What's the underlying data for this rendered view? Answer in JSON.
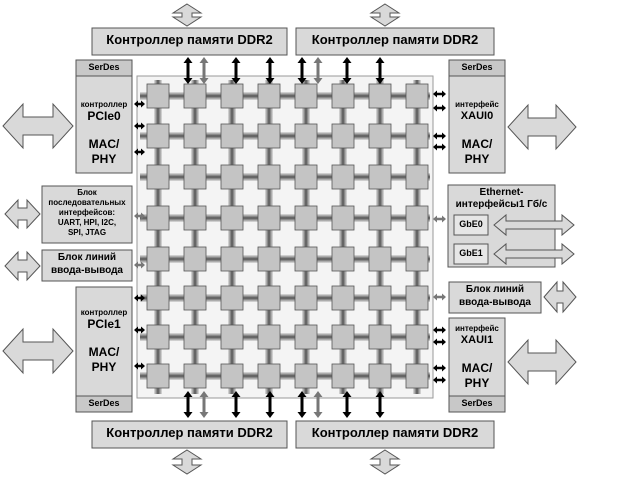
{
  "ddr": {
    "top_left": "Контроллер памяти DDR2",
    "top_right": "Контроллер памяти DDR2",
    "bottom_left": "Контроллер памяти DDR2",
    "bottom_right": "Контроллер памяти DDR2"
  },
  "pcie0": {
    "serdes_top": "SerDes",
    "controller": "контроллер",
    "name": "PCIe0",
    "mac": "MAC/",
    "phy": "PHY"
  },
  "pcie1": {
    "controller": "контроллер",
    "name": "PCIe1",
    "mac": "MAC/",
    "phy": "PHY",
    "serdes_bottom": "SerDes"
  },
  "xaui0": {
    "serdes_top": "SerDes",
    "iface": "интерфейс",
    "name": "XAUI0",
    "mac": "MAC/",
    "phy": "PHY"
  },
  "xaui1": {
    "iface": "интерфейс",
    "name": "XAUI1",
    "mac": "MAC/",
    "phy": "PHY",
    "serdes_bottom": "SerDes"
  },
  "serial_block": {
    "line1": "Блок",
    "line2": "последовательных",
    "line3": "интерфейсов:",
    "line4": "UART, HPI, I2C,",
    "line5": "SPI, JTAG"
  },
  "io_left": {
    "line1": "Блок линий",
    "line2": "ввода-вывода"
  },
  "io_right": {
    "line1": "Блок линий",
    "line2": "ввода-вывода"
  },
  "ethernet": {
    "line1": "Ethernet-",
    "line2": "интерфейсы1 Гб/с",
    "gbe0": "GbE0",
    "gbe1": "GbE1"
  },
  "colors": {
    "block_fill": "#d9d9d9",
    "tile_fill": "#c4c4c4",
    "border": "#555555",
    "link_fill": "#8c8c8c",
    "arrow_dark": "#000000",
    "arrow_gray": "#777777"
  }
}
